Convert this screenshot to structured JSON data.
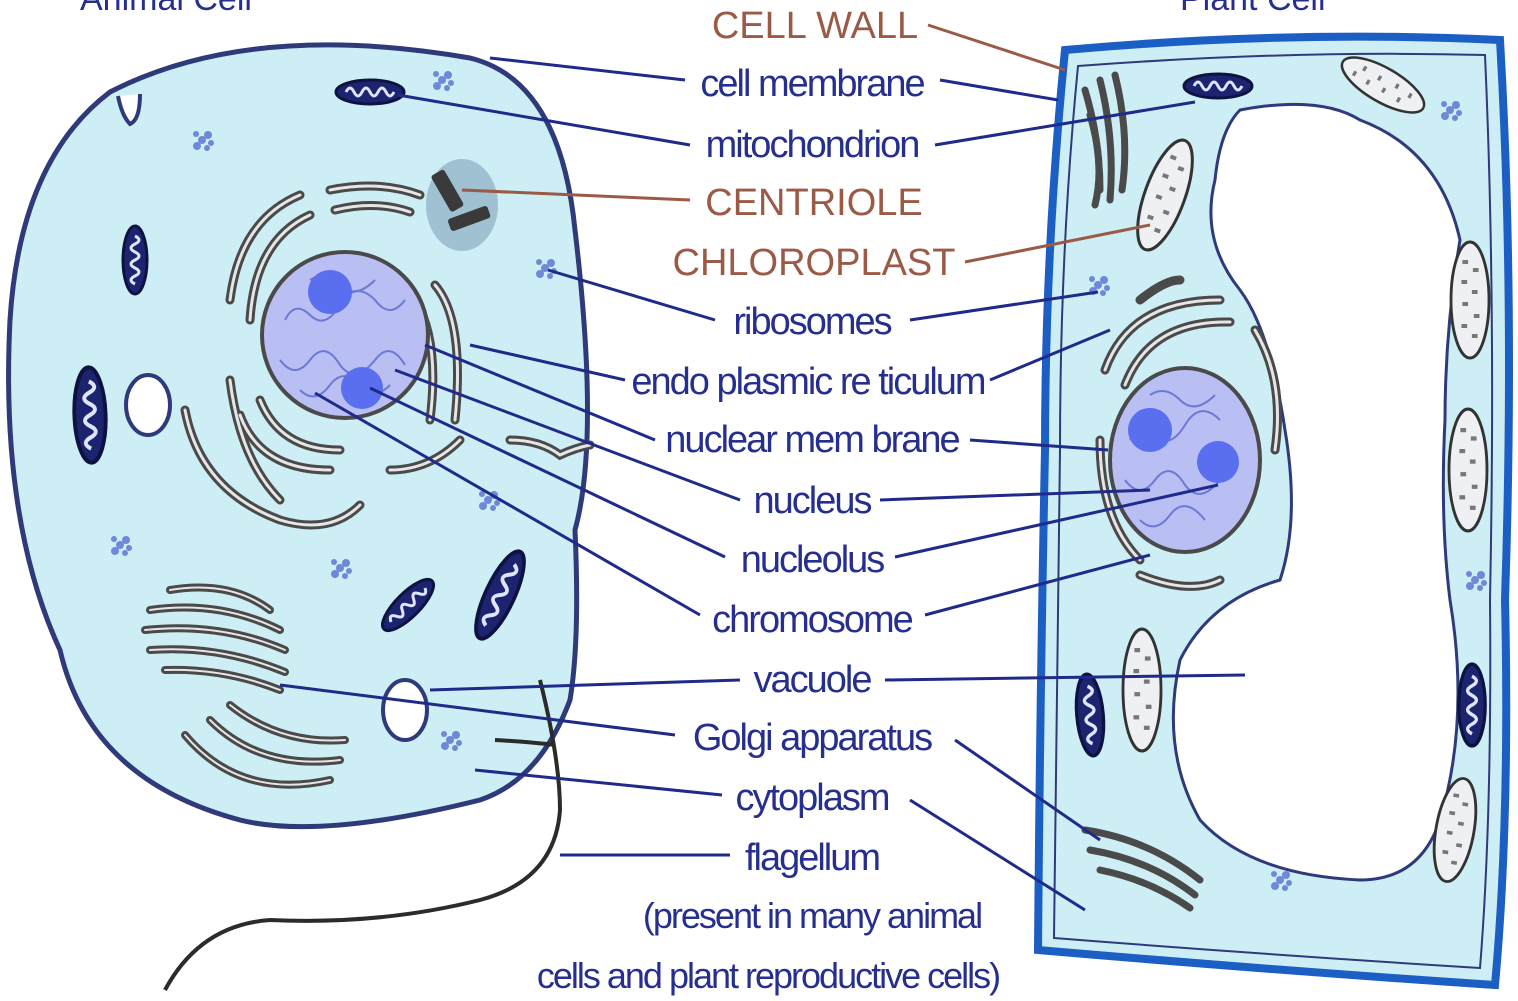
{
  "titles": {
    "animal": "Animal Cell",
    "plant": "Plant Cell"
  },
  "labels": [
    {
      "id": "cell-wall",
      "text": "CELL WALL",
      "kind": "plant-only"
    },
    {
      "id": "cell-membrane",
      "text": "cell membrane",
      "kind": "shared"
    },
    {
      "id": "mitochondrion",
      "text": "mitochondrion",
      "kind": "shared"
    },
    {
      "id": "centriole",
      "text": "CENTRIOLE",
      "kind": "animal-only"
    },
    {
      "id": "chloroplast",
      "text": "CHLOROPLAST",
      "kind": "plant-only"
    },
    {
      "id": "ribosomes",
      "text": "ribosomes",
      "kind": "shared"
    },
    {
      "id": "endoplasmic-reticulum",
      "text": "endo plasmic re ticulum",
      "kind": "shared"
    },
    {
      "id": "nuclear-membrane",
      "text": "nuclear mem brane",
      "kind": "shared"
    },
    {
      "id": "nucleus",
      "text": "nucleus",
      "kind": "shared"
    },
    {
      "id": "nucleolus",
      "text": "nucleolus",
      "kind": "shared"
    },
    {
      "id": "chromosome",
      "text": "chromosome",
      "kind": "shared"
    },
    {
      "id": "vacuole",
      "text": "vacuole",
      "kind": "shared"
    },
    {
      "id": "golgi-apparatus",
      "text": "Golgi apparatus",
      "kind": "shared"
    },
    {
      "id": "cytoplasm",
      "text": "cytoplasm",
      "kind": "shared"
    },
    {
      "id": "flagellum",
      "text": "flagellum",
      "kind": "shared"
    }
  ],
  "note": {
    "line1": "(present  in many animal",
    "line2": "cells and  plant reproductive cells)"
  },
  "colors": {
    "cytoplasm": "#cdeef4",
    "membrane": "#2f3a7a",
    "wall": "#1c5fc4",
    "nucleus": "#b9bff2",
    "nucleolus": "#5a6ef0",
    "leader_blue": "#1f2a8a",
    "leader_brown": "#9a5a45",
    "label_blue": "#262f8f",
    "label_brown": "#9a5a45"
  }
}
